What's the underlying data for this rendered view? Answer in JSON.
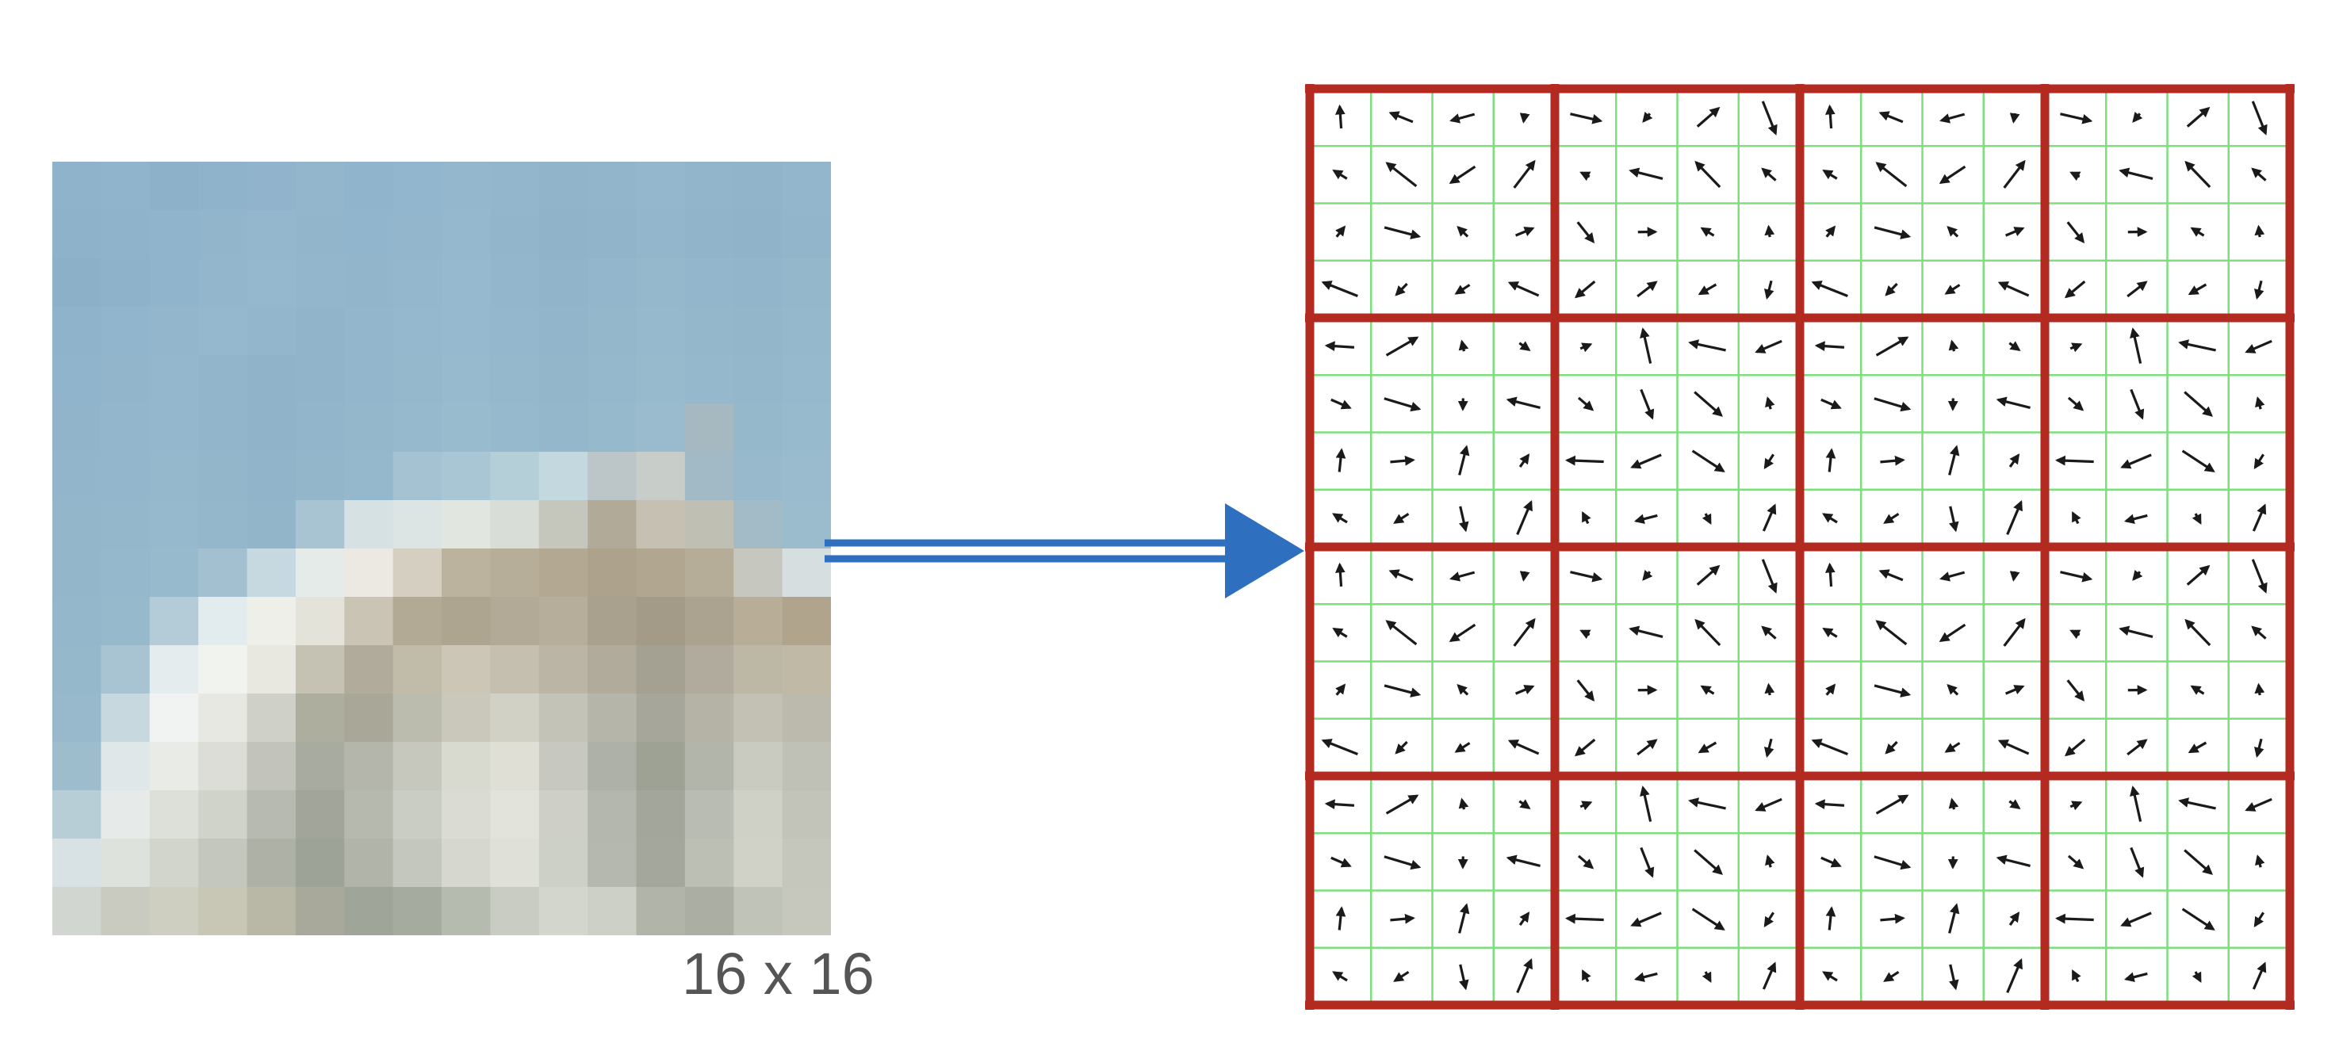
{
  "patch_label": "16 x 16",
  "pixel_patch": {
    "rows": 16,
    "cols": 16,
    "colors": [
      [
        "#8fb3cb",
        "#90b4cc",
        "#8db1c9",
        "#8fb3cb",
        "#91b4cc",
        "#93b6cd",
        "#90b4cb",
        "#92b6cd",
        "#94b7ce",
        "#93b6cd",
        "#91b4cb",
        "#93b5cc",
        "#95b7cd",
        "#93b5cc",
        "#92b4cb",
        "#94b6cc"
      ],
      [
        "#8eb2ca",
        "#8fb3cb",
        "#90b4cb",
        "#92b5cc",
        "#94b7ce",
        "#92b5cc",
        "#91b5cc",
        "#93b6cd",
        "#95b8ce",
        "#92b5cc",
        "#90b3ca",
        "#92b4cb",
        "#94b6cc",
        "#92b4cb",
        "#91b3ca",
        "#93b5cb"
      ],
      [
        "#8cb0c8",
        "#8eb2ca",
        "#90b4cc",
        "#93b6cd",
        "#95b8ce",
        "#93b6cd",
        "#92b5cc",
        "#94b7cd",
        "#96b9cf",
        "#94b6cd",
        "#92b4cb",
        "#94b6cc",
        "#96b8cd",
        "#94b6cc",
        "#93b5cb",
        "#95b7cc"
      ],
      [
        "#8fb3cb",
        "#91b5cc",
        "#93b6cd",
        "#95b8ce",
        "#93b6cd",
        "#91b4cb",
        "#93b6cd",
        "#95b8ce",
        "#97b9cf",
        "#95b7cd",
        "#93b5cb",
        "#95b7cc",
        "#97b9ce",
        "#95b7cc",
        "#94b6cb",
        "#96b8cd"
      ],
      [
        "#90b4cb",
        "#92b5cc",
        "#94b7cd",
        "#92b5cc",
        "#90b3ca",
        "#92b4cb",
        "#94b6cc",
        "#96b8cd",
        "#98bace",
        "#96b8cc",
        "#94b6cb",
        "#96b8cc",
        "#98bacd",
        "#96b8cc",
        "#95b7cb",
        "#97b9cd"
      ],
      [
        "#91b4cb",
        "#93b6cc",
        "#95b7cd",
        "#93b5cb",
        "#91b3ca",
        "#93b5cb",
        "#95b7cc",
        "#97b9cd",
        "#99bbce",
        "#97b9cd",
        "#95b7cb",
        "#97b9cc",
        "#99bbcd",
        "#a6b8c0",
        "#96b8cb",
        "#98bacd"
      ],
      [
        "#92b5cb",
        "#94b6cc",
        "#96b8cd",
        "#94b6cb",
        "#92b4ca",
        "#94b6cb",
        "#96b8cc",
        "#a4c2d2",
        "#a9c6d4",
        "#b5cfd9",
        "#c4d8e0",
        "#bcc6c8",
        "#c8cdca",
        "#a2b9c6",
        "#97b9cb",
        "#99bbcd"
      ],
      [
        "#93b6cb",
        "#95b7cc",
        "#97b9cd",
        "#95b7cb",
        "#93b5ca",
        "#a8c4d2",
        "#d6e1e4",
        "#dde5e4",
        "#e1e6e1",
        "#d9ddd7",
        "#c5c6bc",
        "#b1aa98",
        "#c6c0b2",
        "#c0bfb4",
        "#a3bbc6",
        "#9abccd"
      ],
      [
        "#94b6cb",
        "#96b8cc",
        "#98bacd",
        "#a2c0cf",
        "#c6d8e0",
        "#e5ebe9",
        "#ece9e3",
        "#d4cfc1",
        "#bcb39e",
        "#b7ae99",
        "#b3a993",
        "#ada28b",
        "#b1a790",
        "#b6ad98",
        "#c6c8c0",
        "#d6dee0"
      ],
      [
        "#95b7cb",
        "#97b9cc",
        "#b3ccd7",
        "#e2ebed",
        "#eeefe9",
        "#e4e3da",
        "#c9c4b4",
        "#b3aa95",
        "#aea591",
        "#b2a996",
        "#b6ad9a",
        "#a9a08d",
        "#a39b88",
        "#aba38f",
        "#b8ae98",
        "#b0a48c"
      ],
      [
        "#96b8cb",
        "#a8c3d1",
        "#e4ecee",
        "#f1f3ef",
        "#e9e8e0",
        "#c6c2b3",
        "#b1ab9b",
        "#c1bba9",
        "#cbc6b6",
        "#c4bfae",
        "#bab5a5",
        "#b0ab9b",
        "#a5a192",
        "#b0ab9c",
        "#bdb7a6",
        "#c0b9a6"
      ],
      [
        "#97b9cb",
        "#c7d8df",
        "#f0f3f1",
        "#e7e8e2",
        "#cfd0c8",
        "#aeae9f",
        "#a9a898",
        "#bcbcae",
        "#c9c8bb",
        "#d2d1c5",
        "#c4c3b7",
        "#b6b5a9",
        "#a6a69a",
        "#b4b3a6",
        "#c2c1b3",
        "#bcbaac"
      ],
      [
        "#9dbccc",
        "#dfe7e9",
        "#e9ebe6",
        "#dbddd6",
        "#c2c4bb",
        "#a8ab9f",
        "#b4b6ab",
        "#c6c8be",
        "#d8d9cf",
        "#dfdfd6",
        "#c7c9c0",
        "#aeb1a7",
        "#9ea295",
        "#b2b5aa",
        "#c9cbc1",
        "#bfc1b6"
      ],
      [
        "#b8ced7",
        "#e6ebe9",
        "#dde0d9",
        "#d0d3ca",
        "#b7bab0",
        "#a2a69a",
        "#b6b9ad",
        "#cacdc4",
        "#dadcd4",
        "#e2e4dc",
        "#ced0c8",
        "#b4b7ae",
        "#a2a69b",
        "#b9bcb2",
        "#cfd1c7",
        "#c2c4ba"
      ],
      [
        "#d8e1e3",
        "#dee2dd",
        "#d2d5cc",
        "#c4c7bd",
        "#adb1a6",
        "#9ea397",
        "#b0b4a9",
        "#c4c7bd",
        "#d6d8cf",
        "#dfe1d8",
        "#cdd0c7",
        "#b5b8ae",
        "#a4a89c",
        "#bcbfb4",
        "#d0d2c8",
        "#c6c7bc"
      ],
      [
        "#d2d6d1",
        "#c9cbc0",
        "#cfcfc1",
        "#c8c6b4",
        "#b9b7a6",
        "#a8a99b",
        "#9fa598",
        "#a5ab9f",
        "#b6bbb0",
        "#c8ccc2",
        "#d3d6cd",
        "#cdd0c6",
        "#b0b4a9",
        "#aaaea3",
        "#c0c3b8",
        "#c7c8bd"
      ]
    ]
  },
  "hog_grid": {
    "blocks": 4,
    "cells_per_block": 4
  },
  "colors": {
    "block_border": "#b22a20",
    "cell_grid": "#7be07b",
    "arrow": "#2f6fc0",
    "gradient_vector": "#1a1a1a"
  }
}
